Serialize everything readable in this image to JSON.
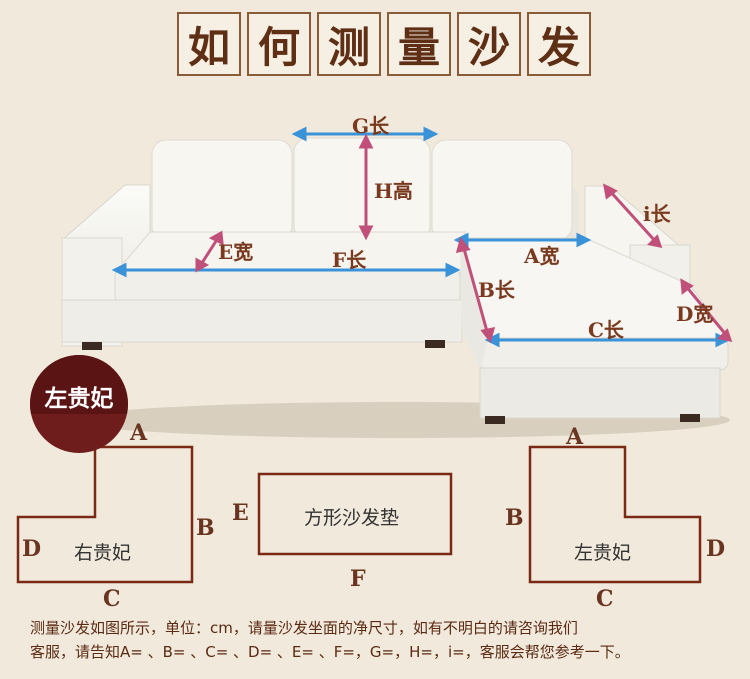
{
  "title": [
    "如",
    "何",
    "测",
    "量",
    "沙",
    "发"
  ],
  "measurements": {
    "g": "G长",
    "h": "H高",
    "i": "i长",
    "e": "E宽",
    "f": "F长",
    "a": "A宽",
    "b": "B长",
    "c": "C长",
    "d": "D宽"
  },
  "badge": "左贵妃",
  "diagrams": {
    "left": {
      "top": "A",
      "right": "B",
      "left": "D",
      "bottom": "C",
      "name": "右贵妃"
    },
    "middle": {
      "left": "E",
      "bottom": "F",
      "name": "方形沙发垫"
    },
    "right": {
      "top": "A",
      "left": "B",
      "right": "D",
      "bottom": "C",
      "name": "左贵妃"
    }
  },
  "footer": {
    "line1": "测量沙发如图所示，单位：cm，请量沙发坐面的净尺寸，如有不明白的请咨询我们",
    "line2": "客服，请告知A= 、B= 、C= 、D= 、E= 、F=，G=，H=，i=，客服会帮您参考一下。"
  },
  "colors": {
    "arrow": "#3a92d8",
    "dim": "#c0507a",
    "label": "#7a3a1f",
    "badge": "#6e1c1c"
  }
}
